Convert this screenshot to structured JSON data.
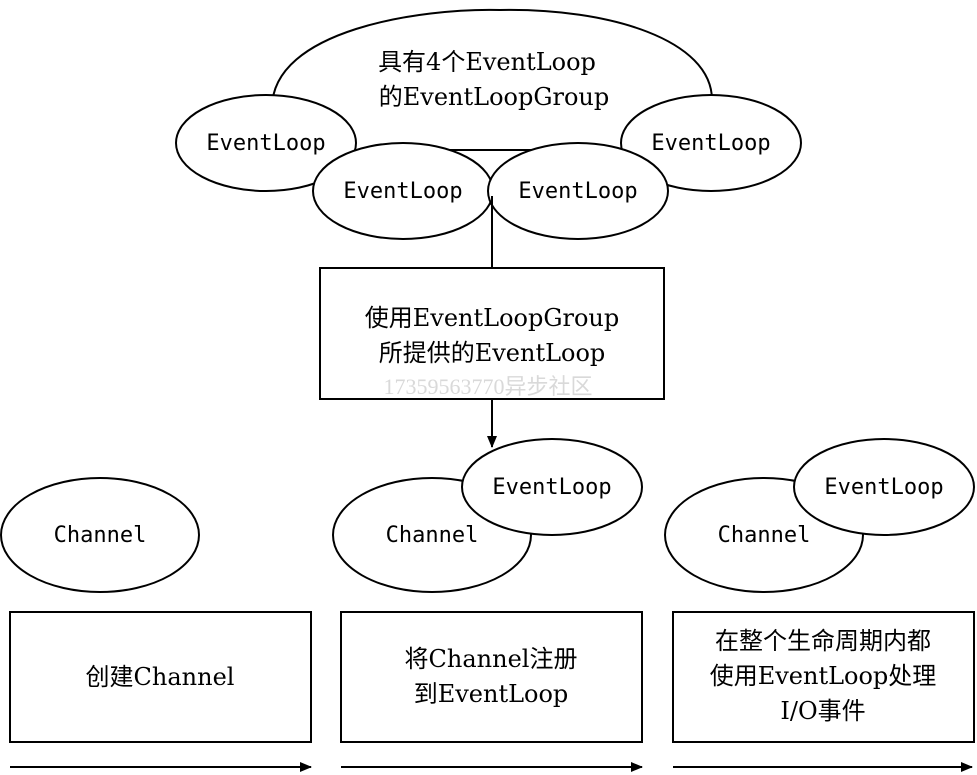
{
  "group": {
    "line1": "具有4个EventLoop",
    "line2": "的EventLoopGroup",
    "loops": [
      "EventLoop",
      "EventLoop",
      "EventLoop",
      "EventLoop"
    ]
  },
  "assign_box": {
    "line1": "使用EventLoopGroup",
    "line2": "所提供的EventLoop"
  },
  "watermark": "17359563770异步社区",
  "channel_label": "Channel",
  "event_loop_label": "EventLoop",
  "steps": [
    {
      "lines": [
        "创建Channel"
      ]
    },
    {
      "lines": [
        "将Channel注册",
        "到EventLoop"
      ]
    },
    {
      "lines": [
        "在整个生命周期内都",
        "使用EventLoop处理",
        "I/O事件"
      ]
    }
  ]
}
